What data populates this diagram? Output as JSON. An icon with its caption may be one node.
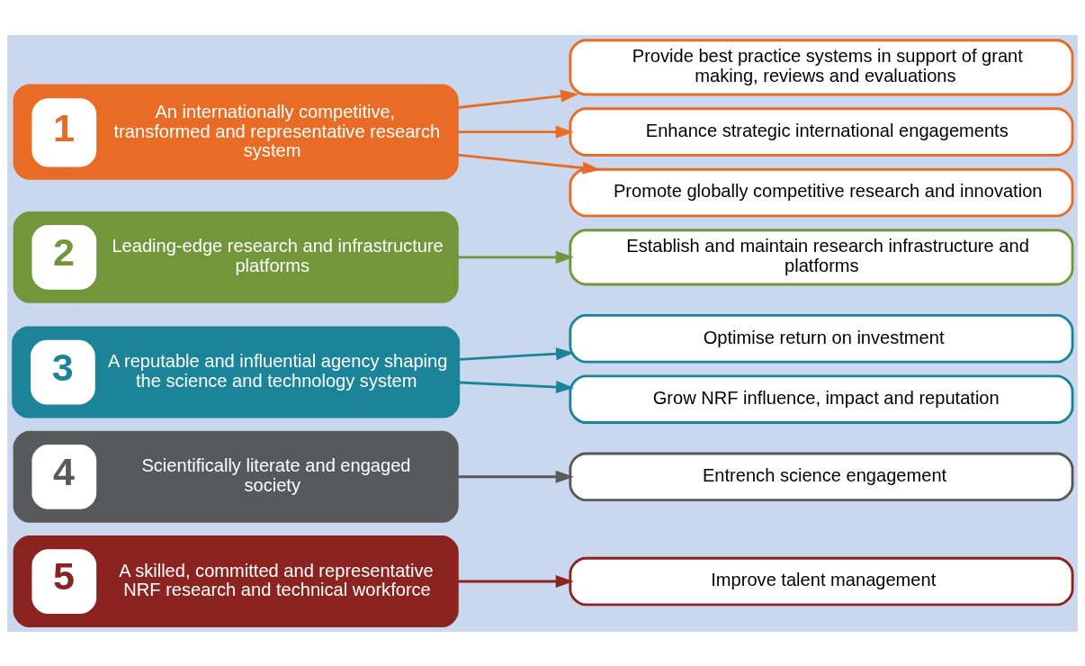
{
  "diagram": {
    "nodes": [
      {
        "text": [
          "1",
          "An internationally competitive, transformed and representative research system"
        ]
      },
      {
        "text": [
          "Promote globally competitive research and innovation"
        ]
      },
      {
        "text": [
          "Enhance strategic international engagements"
        ]
      },
      {
        "text": [
          "Provide best practice systems in support of grant making, reviews and evaluations"
        ]
      },
      {
        "text": [
          "2",
          "Leading-edge research and infrastructure platforms"
        ]
      },
      {
        "text": [
          "Establish and maintain research infrastructure and platforms"
        ]
      },
      {
        "text": [
          "3",
          "A reputable and influential agency shaping the science and technology system"
        ]
      },
      {
        "text": [
          "Grow NRF influence, impact and reputation"
        ]
      },
      {
        "text": [
          "Optimise return on investment"
        ]
      },
      {
        "text": [
          "4",
          "Scientifically literate and engaged society"
        ]
      },
      {
        "text": [
          "Entrench science engagement"
        ]
      },
      {
        "text": [
          "5",
          "A skilled, committed and representative NRF research and technical workforce"
        ]
      },
      {
        "text": [
          "Improve talent management"
        ]
      }
    ],
    "edges": [
      {
        "from": 0,
        "to": 1,
        "arrow": "to",
        "color": "#e86c25"
      },
      {
        "from": 0,
        "to": 2,
        "arrow": "to",
        "color": "#e86c25"
      },
      {
        "from": 0,
        "to": 3,
        "arrow": "to",
        "color": "#e86c25"
      },
      {
        "from": 4,
        "to": 5,
        "arrow": "to",
        "color": "#72963a"
      },
      {
        "from": 6,
        "to": 7,
        "arrow": "to",
        "color": "#1b8499"
      },
      {
        "from": 6,
        "to": 8,
        "arrow": "to",
        "color": "#1b8499"
      },
      {
        "from": 9,
        "to": 10,
        "arrow": "to",
        "color": "#58595b"
      },
      {
        "from": 11,
        "to": 12,
        "arrow": "to",
        "color": "#8b2320"
      }
    ]
  }
}
